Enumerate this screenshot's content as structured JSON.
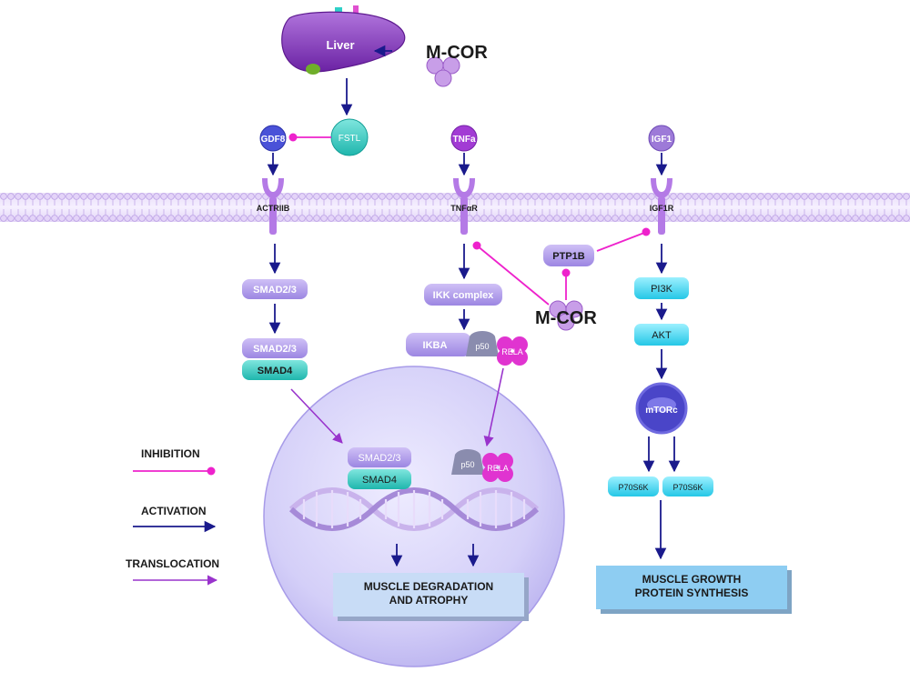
{
  "organ": {
    "label": "Liver"
  },
  "drug": {
    "name": "M-COR"
  },
  "ligands": {
    "gdf8": "GDF8",
    "fstl": "FSTL",
    "tnfa": "TNFa",
    "igf1": "IGF1"
  },
  "receptors": {
    "actriib": "ACTRIIB",
    "tnfar": "TNFαR",
    "igf1r": "IGF1R"
  },
  "smad_path": {
    "smad23": "SMAD2/3",
    "smad4": "SMAD4"
  },
  "nfkb_path": {
    "ikk": "IKK complex",
    "ikba": "IKBA",
    "p50": "p50",
    "rela": "RELA"
  },
  "igf_path": {
    "ptp1b": "PTP1B",
    "pi3k": "PI3K",
    "akt": "AKT",
    "mtorc": "mTORc",
    "p70s6k": "P70S6K"
  },
  "outcomes": {
    "degradation_line1": "MUSCLE DEGRADATION",
    "degradation_line2": "AND ATROPHY",
    "growth_line1": "MUSCLE GROWTH",
    "growth_line2": "PROTEIN SYNTHESIS"
  },
  "legend": {
    "inhibition": "INHIBITION",
    "activation": "ACTIVATION",
    "translocation": "TRANSLOCATION"
  },
  "colors": {
    "membrane": "#d9c8f0",
    "membrane_line": "#b89be0",
    "activation": "#1a1a8c",
    "inhibition": "#ee22cc",
    "translocation": "#9933cc",
    "liver": "#8e3fb8",
    "teal": "#33c9c0",
    "lavender_box": "#b8a4ec",
    "cyan_box": "#3fd6ee",
    "nucleus": "#d8d4f8",
    "outcome_box": "#c8dcf6",
    "outcome_box_blue": "#8ecdf2"
  }
}
